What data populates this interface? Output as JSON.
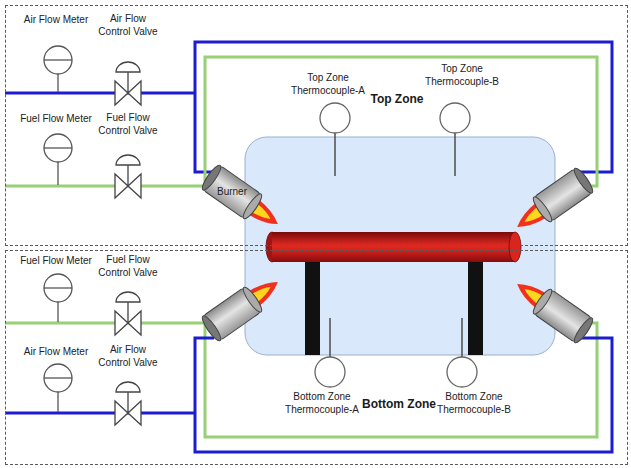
{
  "diagram": {
    "nodes": [
      {
        "text": [
          "Top Zone"
        ]
      },
      {
        "text": [
          "Bottom Zone"
        ]
      }
    ],
    "labels": [
      "Air Flow Meter",
      "Air Flow Control Valve",
      "Top Zone Thermocouple-A",
      "Top Zone Thermocouple-B",
      "Fuel Flow Meter",
      "Fuel Flow Control Valve",
      "Burner",
      "Fuel Flow Meter",
      "Fuel Flow Control Valve",
      "Air Flow Meter",
      "Air Flow Control Valve",
      "Bottom Zone Thermocouple-A",
      "Bottom Zone Thermocouple-B"
    ]
  }
}
